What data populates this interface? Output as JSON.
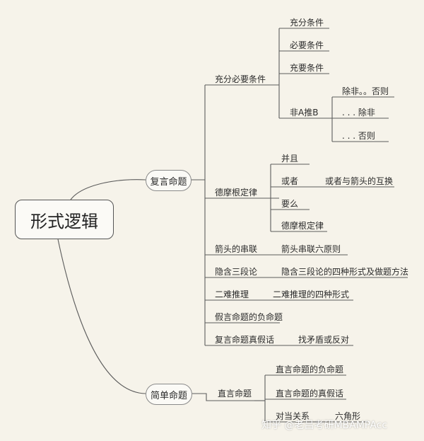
{
  "root": {
    "label": "形式逻辑"
  },
  "branches": {
    "compound": {
      "label": "复言命题",
      "suff_nec": {
        "label": "充分必要条件",
        "items": [
          "充分条件",
          "必要条件",
          "充要条件"
        ],
        "non_a": {
          "label": "非A推B",
          "items": [
            "除非。。否则",
            ". . . 除非",
            ". . . 否则"
          ]
        }
      },
      "demorgan": {
        "label": "德摩根定律",
        "items": [
          "并且",
          "或者",
          "要么",
          "德摩根定律"
        ],
        "or_note": "或者与箭头的互换"
      },
      "arrow_chain": {
        "label": "箭头的串联",
        "note": "箭头串联六原则"
      },
      "syllogism": {
        "label": "隐含三段论",
        "note": "隐含三段论的四种形式及做题方法"
      },
      "dilemma": {
        "label": "二难推理",
        "note": "二难推理的四种形式"
      },
      "hypo_neg": {
        "label": "假言命题的负命题"
      },
      "truth": {
        "label": "复言命题真假话",
        "note": "找矛盾或反对"
      }
    },
    "simple": {
      "label": "简单命题",
      "direct": {
        "label": "直言命题",
        "items": [
          "直言命题的负命题",
          "直言命题的真假话",
          "对当关系"
        ],
        "hex": "六角形"
      }
    }
  },
  "watermark": "知乎 @老吕考研MBAMPAcc"
}
